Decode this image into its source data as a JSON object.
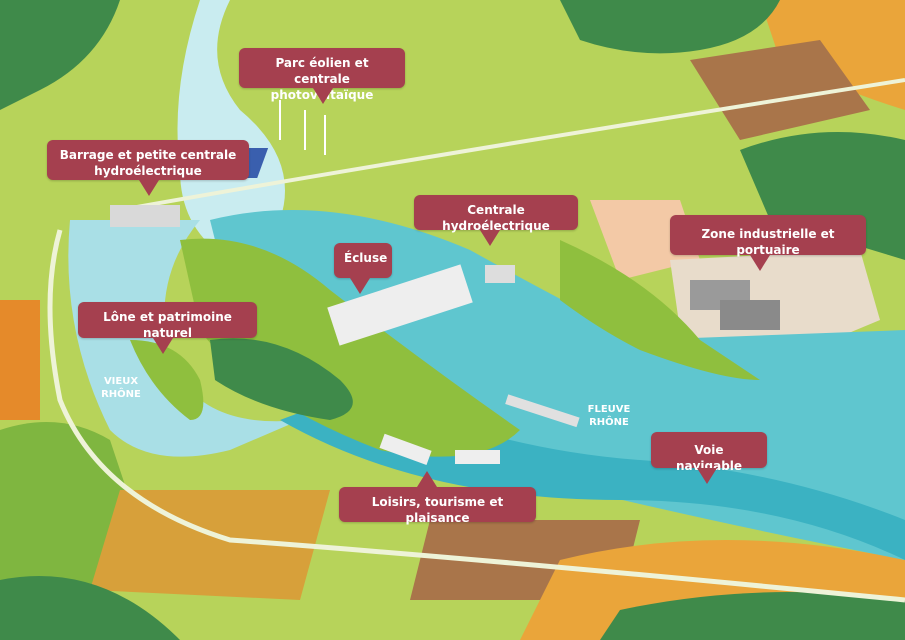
{
  "callouts": {
    "wind_solar": "Parc éolien et centrale photovoltaïque",
    "dam": "Barrage et petite centrale hydroélectrique",
    "hydro_plant": "Centrale hydroélectrique",
    "lock": "Écluse",
    "industrial": "Zone industrielle et portuaire",
    "lone": "Lône et patrimoine naturel",
    "waterway": "Voie navigable",
    "leisure": "Loisirs, tourisme et plaisance"
  },
  "river_labels": {
    "old_rhone_1": "VIEUX",
    "old_rhone_2": "RHÔNE",
    "main_rhone_1": "FLEUVE",
    "main_rhone_2": "RHÔNE"
  },
  "colors": {
    "callout": "#a5404f",
    "river": "#5fc6cf",
    "land": "#b7d35a",
    "forest": "#3f8a4a",
    "field_orange": "#eaa53a"
  }
}
